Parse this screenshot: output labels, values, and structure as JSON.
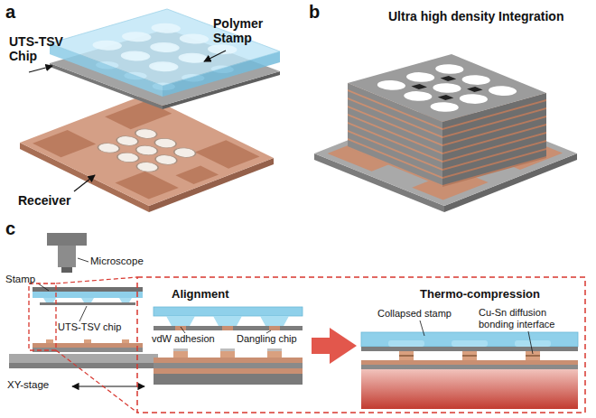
{
  "diagram": {
    "nodes": [
      {
        "text": [
          "Alignment"
        ]
      },
      {
        "text": [
          "Thermo-compression"
        ]
      }
    ],
    "edges": [
      {
        "from": 0,
        "to": 1,
        "arrow": "to"
      }
    ],
    "labels": [
      "a",
      "UTS-TSV Chip",
      "Polymer Stamp",
      "Receiver",
      "b",
      "Ultra high density Integration",
      "c",
      "Stamp",
      "Microscope",
      "UTS-TSV chip",
      "XY-stage",
      "vdW adhesion",
      "Dangling chip",
      "Collapsed stamp",
      "Cu-Sn diffusion bonding interface"
    ]
  }
}
